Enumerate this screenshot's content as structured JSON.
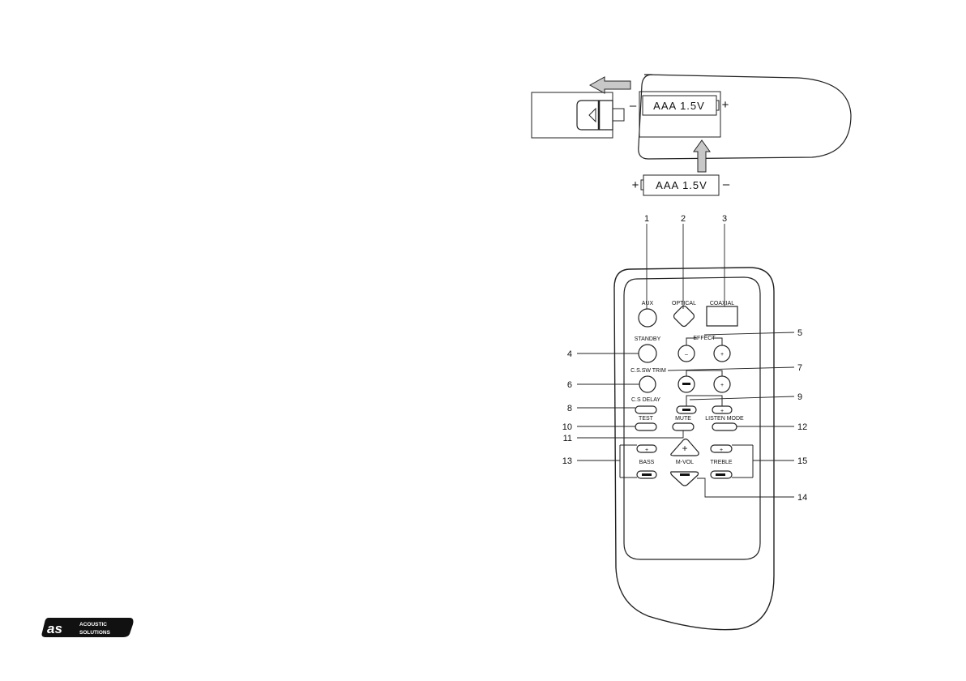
{
  "battery": {
    "installed_label": "AAA 1.5V",
    "loose_label": "AAA 1.5V",
    "minus": "–",
    "plus": "+"
  },
  "buttons": {
    "aux": "AUX",
    "optical": "OPTICAL",
    "coaxial": "COAXIAL",
    "standby": "STANDBY",
    "effect": "EFFECT",
    "cs_sw_trim": "C.S.SW TRIM",
    "cs_delay": "C.S DELAY",
    "test": "TEST",
    "mute": "MUTE",
    "listen_mode": "LISTEN MODE",
    "bass": "BASS",
    "mvol": "M-VOL",
    "treble": "TREBLE",
    "plus": "+",
    "minus": "–"
  },
  "callouts": [
    "1",
    "2",
    "3",
    "4",
    "5",
    "6",
    "7",
    "8",
    "9",
    "10",
    "11",
    "12",
    "13",
    "14",
    "15"
  ],
  "logo": {
    "mark": "as",
    "line1": "ACOUSTIC",
    "line2": "SOLUTIONS"
  }
}
